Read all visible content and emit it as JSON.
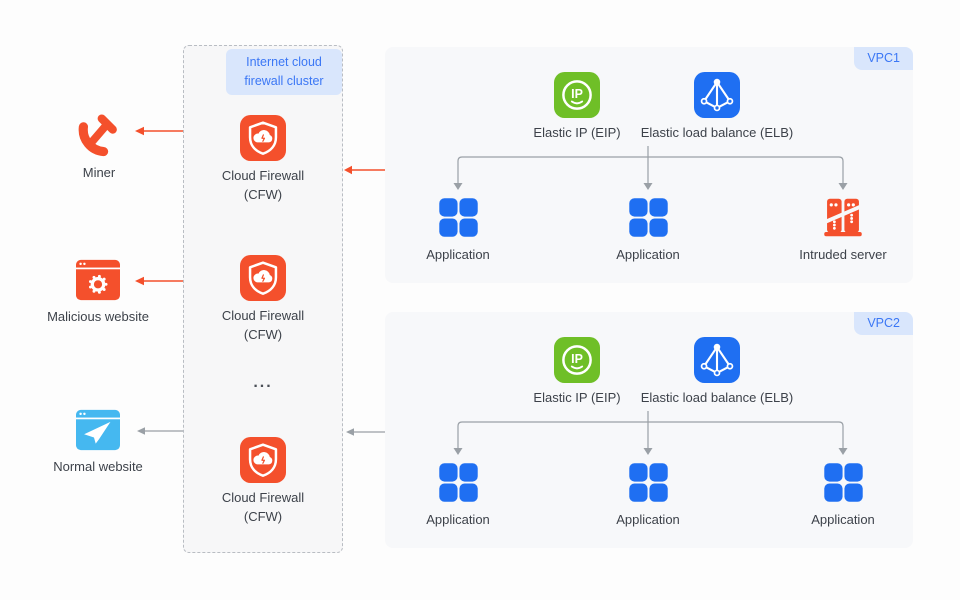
{
  "colors": {
    "orange": "#f4502c",
    "blue": "#1f6ff2",
    "green": "#6fbf27",
    "light_blue": "#45b8f0",
    "tag_bg": "#d9e6fc",
    "tag_text": "#3b77f5",
    "connector_gray": "#9aa0a6",
    "panel_bg": "#f7f8fa",
    "text": "#3d424a"
  },
  "left_sources": [
    {
      "label": "Miner",
      "icon": "miner-icon"
    },
    {
      "label": "Malicious website",
      "icon": "malicious-website-icon"
    },
    {
      "label": "Normal website",
      "icon": "normal-website-icon"
    }
  ],
  "cluster": {
    "tag": "Internet cloud firewall cluster",
    "ellipsis": "...",
    "nodes": [
      {
        "line1": "Cloud Firewall",
        "line2": "(CFW)"
      },
      {
        "line1": "Cloud Firewall",
        "line2": "(CFW)"
      },
      {
        "line1": "Cloud Firewall",
        "line2": "(CFW)"
      }
    ]
  },
  "vpcs": [
    {
      "tag": "VPC1",
      "eip_label": "Elastic IP (EIP)",
      "elb_label": "Elastic load balance (ELB)",
      "targets": [
        {
          "label": "Application",
          "icon": "application-icon"
        },
        {
          "label": "Application",
          "icon": "application-icon"
        },
        {
          "label": "Intruded server",
          "icon": "intruded-server-icon"
        }
      ]
    },
    {
      "tag": "VPC2",
      "eip_label": "Elastic IP (EIP)",
      "elb_label": "Elastic load balance (ELB)",
      "targets": [
        {
          "label": "Application",
          "icon": "application-icon"
        },
        {
          "label": "Application",
          "icon": "application-icon"
        },
        {
          "label": "Application",
          "icon": "application-icon"
        }
      ]
    }
  ]
}
